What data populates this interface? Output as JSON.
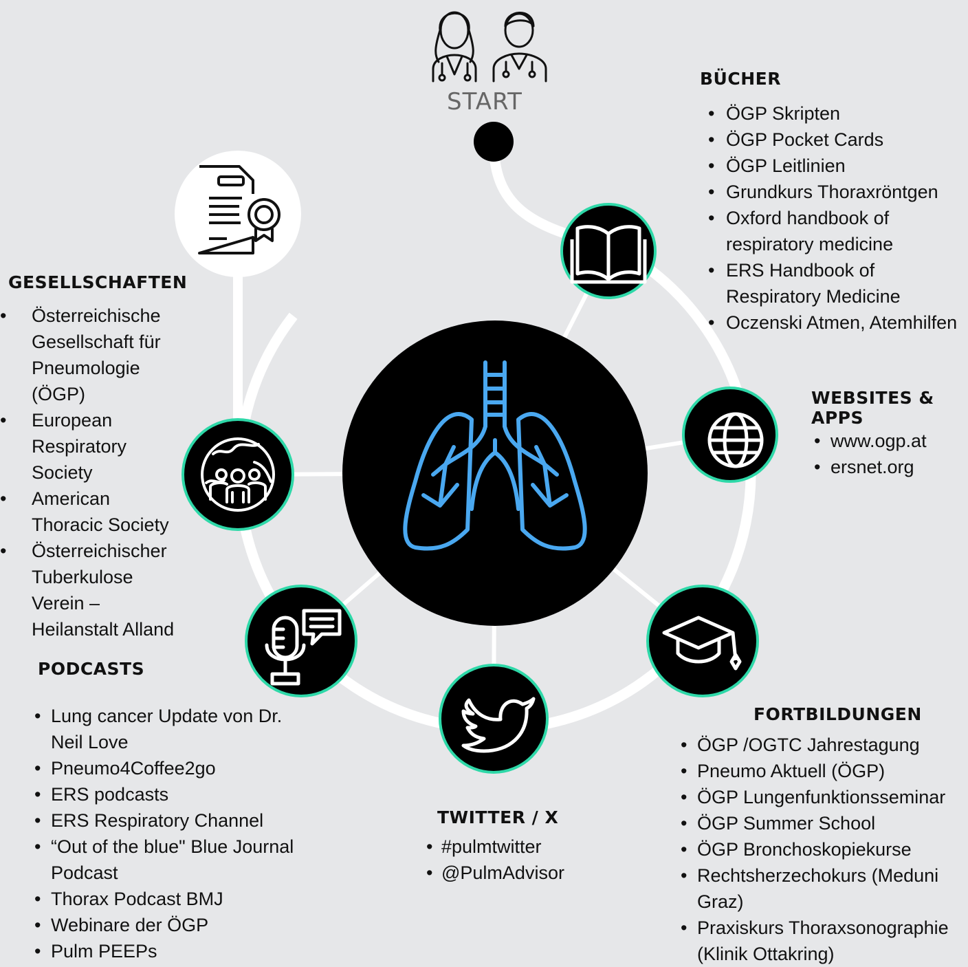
{
  "start": {
    "label": "START"
  },
  "hub": {
    "icon": "lungs-icon",
    "color": "#4aa8f0"
  },
  "accent": "#2ed8a8",
  "books": {
    "title": "BÜCHER",
    "icon": "book-icon",
    "items": [
      "ÖGP Skripten",
      "ÖGP Pocket Cards",
      "ÖGP Leitlinien",
      "Grundkurs Thoraxröntgen",
      "Oxford handbook of respiratory medicine",
      "ERS Handbook of Respiratory Medicine",
      "Oczenski Atmen, Atemhilfen"
    ]
  },
  "websites": {
    "title": "WEBSITES & APPS",
    "icon": "globe-icon",
    "items": [
      "www.ogp.at",
      "ersnet.org"
    ]
  },
  "courses": {
    "title": "FORTBILDUNGEN",
    "icon": "graduation-cap-icon",
    "items": [
      "ÖGP /OGTC  Jahrestagung",
      "Pneumo Aktuell (ÖGP)",
      "ÖGP Lungenfunktionsseminar",
      "ÖGP Summer School",
      "ÖGP Bronchoskopiekurse",
      "Rechtsherzechokurs (Meduni Graz)",
      "Praxiskurs Thoraxsonographie (Klinik Ottakring)"
    ]
  },
  "twitter": {
    "title": "TWITTER / X",
    "icon": "twitter-bird-icon",
    "items": [
      "#pulmtwitter",
      "@PulmAdvisor"
    ]
  },
  "podcasts": {
    "title": "PODCASTS",
    "icon": "microphone-icon",
    "items": [
      "Lung cancer Update von Dr. Neil Love",
      "Pneumo4Coffee2go",
      "ERS podcasts",
      "ERS Respiratory Channel",
      "“Out of the blue\" Blue Journal Podcast",
      "Thorax Podcast BMJ",
      "Webinare der ÖGP",
      "Pulm PEEPs"
    ]
  },
  "societies": {
    "title": "GESELLSCHAFTEN",
    "icon": "global-community-icon",
    "items": [
      "Österreichische Gesellschaft für Pneumologie (ÖGP)",
      "European Respiratory Society",
      "American Thoracic Society",
      "Österreichischer Tuberkulose Verein – Heilanstalt Alland"
    ]
  },
  "certificate": {
    "icon": "certificate-icon"
  },
  "doctors": {
    "icon": "doctors-icon"
  }
}
